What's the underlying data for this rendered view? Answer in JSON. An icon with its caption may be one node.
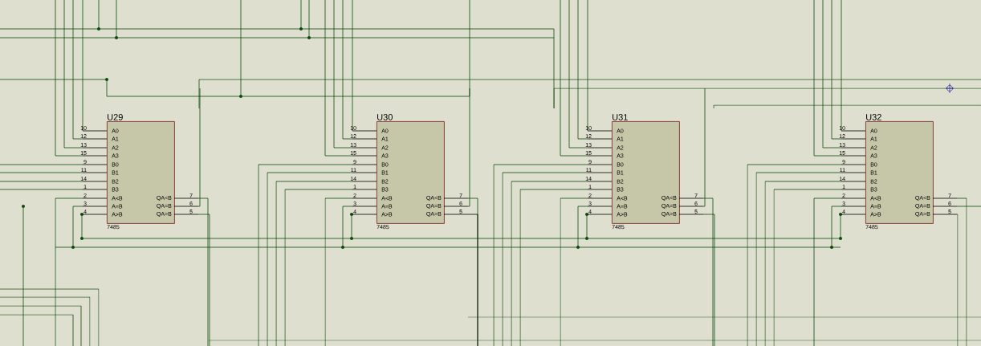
{
  "diagram": {
    "nodes": [
      {
        "text": [
          "U29",
          "A0",
          "A1",
          "A2",
          "A3",
          "B0",
          "B1",
          "B2",
          "B3",
          "A<B",
          "A=B",
          "A>B",
          "QA<B",
          "QA=B",
          "QA>B",
          "7485"
        ],
        "beside": [
          "10",
          "12",
          "13",
          "15",
          "9",
          "11",
          "14",
          "1",
          "2",
          "3",
          "4",
          "7",
          "6",
          "5"
        ]
      },
      {
        "text": [
          "U30",
          "A0",
          "A1",
          "A2",
          "A3",
          "B0",
          "B1",
          "B2",
          "B3",
          "A<B",
          "A=B",
          "A>B",
          "QA<B",
          "QA=B",
          "QA>B",
          "7485"
        ],
        "beside": [
          "10",
          "12",
          "13",
          "15",
          "9",
          "11",
          "14",
          "1",
          "2",
          "3",
          "4",
          "7",
          "6",
          "5"
        ]
      },
      {
        "text": [
          "U31",
          "A0",
          "A1",
          "A2",
          "A3",
          "B0",
          "B1",
          "B2",
          "B3",
          "A<B",
          "A=B",
          "A>B",
          "QA<B",
          "QA=B",
          "QA>B",
          "7485"
        ],
        "beside": [
          "10",
          "12",
          "13",
          "15",
          "9",
          "11",
          "14",
          "1",
          "2",
          "3",
          "4",
          "7",
          "6",
          "5"
        ]
      },
      {
        "text": [
          "U32",
          "A0",
          "A1",
          "A2",
          "A3",
          "B0",
          "B1",
          "B2",
          "B3",
          "A<B",
          "A=B",
          "A>B",
          "QA<B",
          "QA=B",
          "QA>B",
          "7485"
        ],
        "beside": [
          "10",
          "12",
          "13",
          "15",
          "9",
          "11",
          "14",
          "1",
          "2",
          "3",
          "4",
          "7",
          "6",
          "5"
        ]
      }
    ]
  }
}
